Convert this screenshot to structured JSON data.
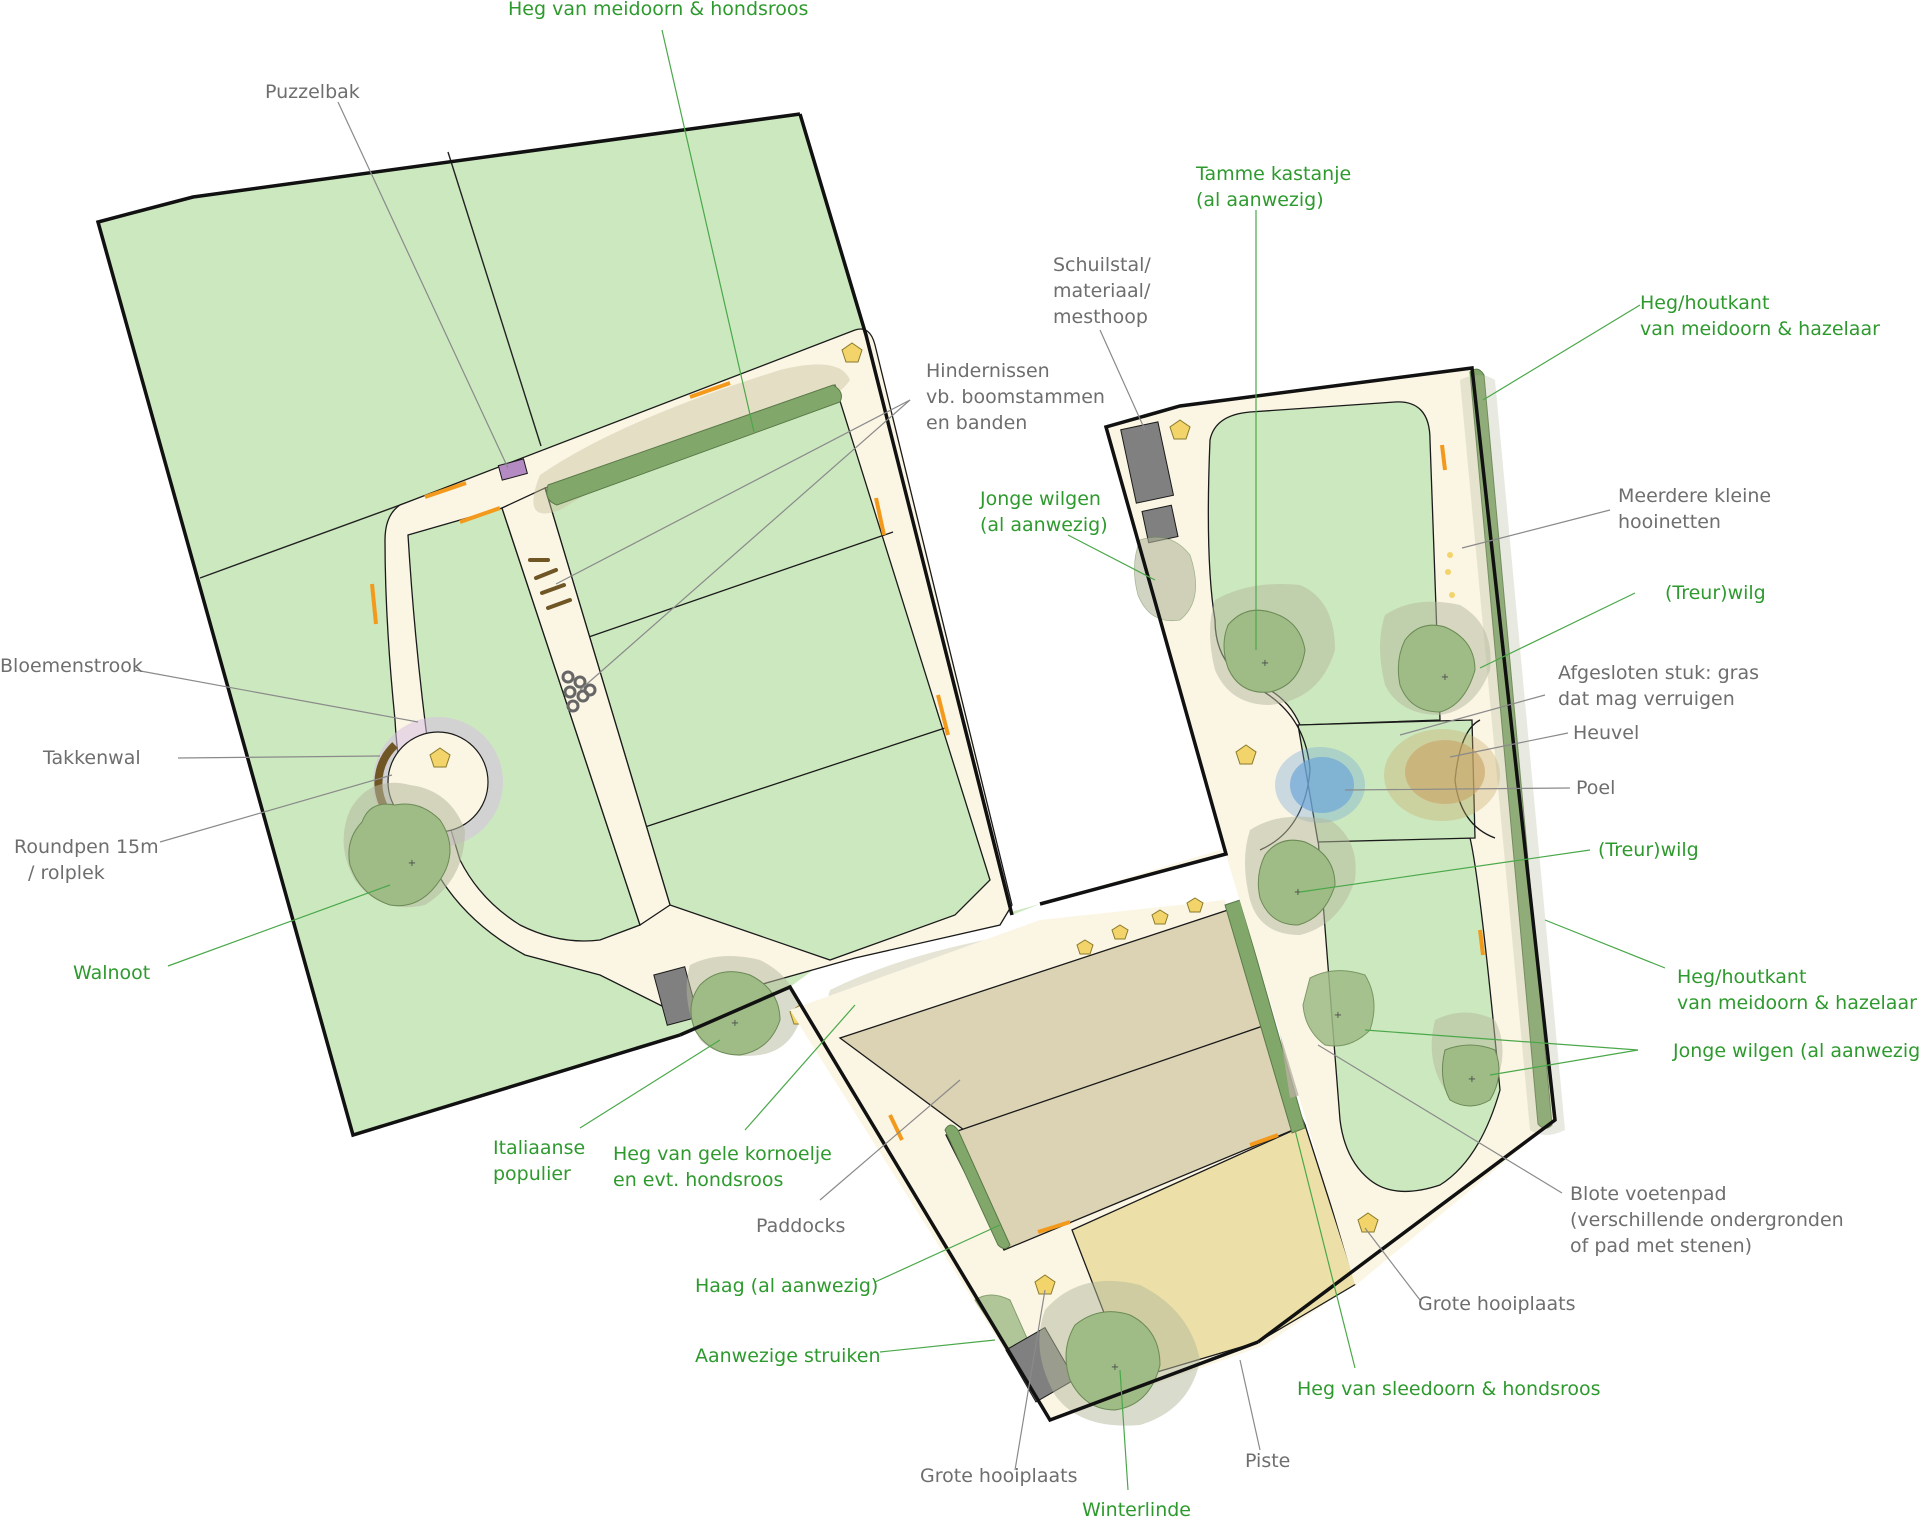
{
  "colors": {
    "meadow": "#cce8bf",
    "paddock": "#dcd3b4",
    "piste": "#ece0a8",
    "track": "#fbf5e4",
    "hedge": "#82a76a",
    "tree": "#9fbb86",
    "shelter": "#808080",
    "gate": "#f39a1c",
    "hay": "#f2d46a",
    "pond": "#6fa7d8",
    "hill": "#c9a868",
    "flowers": "#d7bfe3",
    "branches": "#6f5624",
    "label_grey": "#6e6e6e",
    "label_green": "#2e9a2e"
  },
  "labels": {
    "heg_meidoorn_hondsroos": "Heg van meidoorn & hondsroos",
    "puzzelbak": "Puzzelbak",
    "hindernissen_1": "Hindernissen",
    "hindernissen_2": "vb. boomstammen",
    "hindernissen_3": "en banden",
    "bloemenstrook": "Bloemenstrook",
    "takkenwal": "Takkenwal",
    "roundpen_1": "Roundpen 15m",
    "roundpen_2": "/ rolplek",
    "walnoot": "Walnoot",
    "italiaanse_1": "Italiaanse",
    "italiaanse_2": "populier",
    "kornoelje_1": "Heg van gele kornoelje",
    "kornoelje_2": "en evt. hondsroos",
    "paddocks": "Paddocks",
    "haag": "Haag (al aanwezig)",
    "struiken": "Aanwezige struiken",
    "hooiplaats_bottom": "Grote hooiplaats",
    "winterlinde": "Winterlinde",
    "piste": "Piste",
    "sleedoorn": "Heg van sleedoorn & hondsroos",
    "hooiplaats_right": "Grote hooiplaats",
    "blote_1": "Blote voetenpad",
    "blote_2": "(verschillende ondergronden",
    "blote_3": "of pad met stenen)",
    "jonge_wilgen_right": "Jonge wilgen (al aanwezig)",
    "heg_hazelaar_bottom_1": "Heg/houtkant",
    "heg_hazelaar_bottom_2": "van meidoorn & hazelaar",
    "treurwilg_lower": "(Treur)wilg",
    "poel": "Poel",
    "heuvel": "Heuvel",
    "afgesloten_1": "Afgesloten stuk: gras",
    "afgesloten_2": "dat mag verruigen",
    "treurwilg_upper": "(Treur)wilg",
    "hooinetten_1": "Meerdere kleine",
    "hooinetten_2": "hooinetten",
    "heg_hazelaar_top_1": "Heg/houtkant",
    "heg_hazelaar_top_2": "van meidoorn & hazelaar",
    "kastanje_1": "Tamme kastanje",
    "kastanje_2": "(al aanwezig)",
    "schuilstal_1": "Schuilstal/",
    "schuilstal_2": "materiaal/",
    "schuilstal_3": "mesthoop",
    "jonge_wilgen_left_1": "Jonge wilgen",
    "jonge_wilgen_left_2": "(al aanwezig)"
  }
}
